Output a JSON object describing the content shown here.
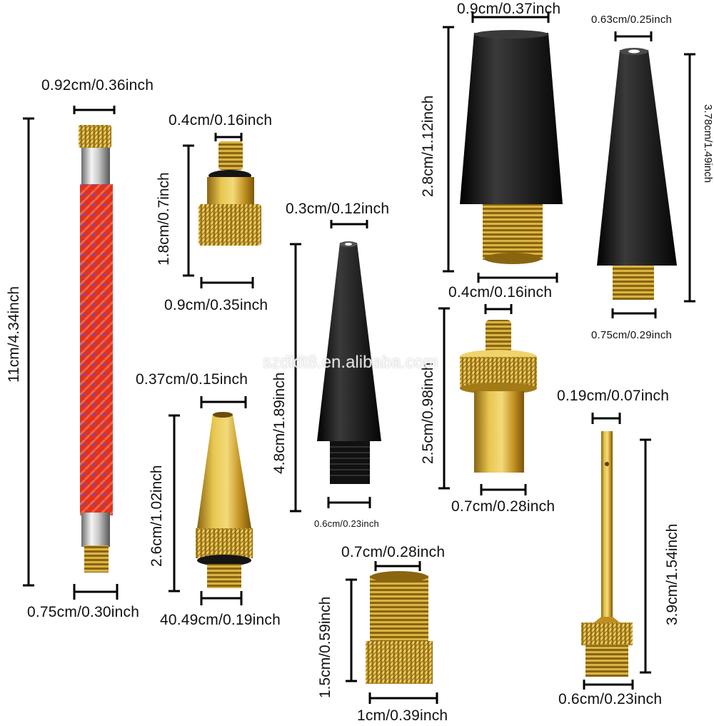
{
  "dimensions": {
    "hose_width": "0.92cm/0.36inch",
    "hose_length": "11cm/4.34inch",
    "hose_base_width": "0.75cm/0.30inch",
    "small_adapter_top": "0.4cm/0.16inch",
    "small_adapter_height": "1.8cm/0.7inch",
    "small_adapter_base": "0.9cm/0.35inch",
    "brass_cone_top": "0.37cm/0.15inch",
    "brass_cone_height": "2.6cm/1.02inch",
    "brass_cone_base": "40.49cm/0.19inch",
    "long_black_cone_top": "0.3cm/0.12inch",
    "long_black_cone_height": "4.8cm/1.89inch",
    "long_black_cone_base": "0.6cm/0.23inch",
    "wide_black_cone_top": "0.9cm/0.37inch",
    "wide_black_cone_height": "2.8cm/1.12inch",
    "wide_black_cone_base": "0.4cm/0.16inch",
    "slim_black_cone_top": "0.63cm/0.25inch",
    "slim_black_cone_height": "3.78cm/1.49inch",
    "slim_black_cone_base": "0.75cm/0.29inch",
    "knurled_adapter_height": "2.5cm/0.98inch",
    "knurled_adapter_base": "0.7cm/0.28inch",
    "threaded_adapter_top": "0.7cm/0.28inch",
    "threaded_adapter_height": "1.5cm/0.59inch",
    "threaded_adapter_base": "1cm/0.39inch",
    "needle_top": "0.19cm/0.07inch",
    "needle_height": "3.9cm/1.54inch",
    "needle_base": "0.6cm/0.23inch"
  },
  "watermark": "szdldt8.en.alibaba.com",
  "colors": {
    "brass": "#c9a227",
    "black_plastic": "#1c1c1c",
    "hose_red": "#e0321f",
    "hose_blue": "#6a4cc8"
  }
}
